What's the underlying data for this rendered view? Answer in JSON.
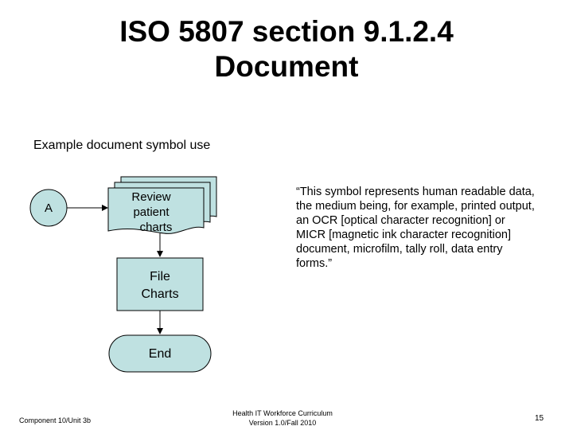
{
  "slide": {
    "title_line1": "ISO 5807 section 9.1.2.4",
    "title_line2": "Document",
    "subtitle": "Example document symbol use"
  },
  "flowchart": {
    "connector_label": "A",
    "document_label_lines": [
      "Review",
      "patient",
      "charts"
    ],
    "process_label_lines": [
      "File",
      "Charts"
    ],
    "terminator_label": "End",
    "colors": {
      "fill": "#bfe1e1",
      "stroke": "#000000"
    }
  },
  "quote_text": "“This symbol represents human readable data, the medium being, for example, printed output, an OCR [optical character recognition] or MICR [magnetic ink character recognition] document, microfilm, tally roll, data entry forms.”",
  "footer": {
    "left": "Component 10/Unit 3b",
    "center_line1": "Health IT Workforce Curriculum",
    "center_line2": "Version 1.0/Fall 2010",
    "page_number": "15"
  }
}
